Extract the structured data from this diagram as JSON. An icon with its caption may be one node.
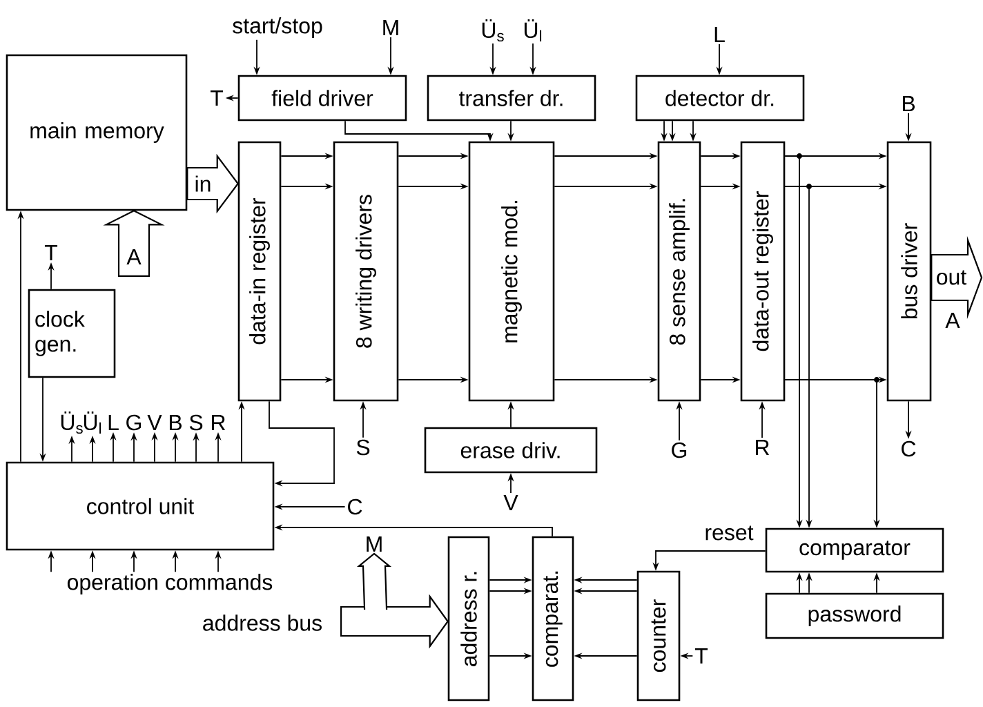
{
  "diagram": {
    "nodes": [
      {
        "text": [
          "main memory"
        ]
      },
      {
        "text": [
          "field driver"
        ]
      },
      {
        "text": [
          "transfer dr."
        ]
      },
      {
        "text": [
          "detector dr."
        ]
      },
      {
        "text": [
          "data-in register"
        ]
      },
      {
        "text": [
          "8 writing drivers"
        ]
      },
      {
        "text": [
          "magnetic mod."
        ]
      },
      {
        "text": [
          "8 sense amplif."
        ]
      },
      {
        "text": [
          "data-out register"
        ]
      },
      {
        "text": [
          "bus driver"
        ],
        "beside": [
          "A"
        ]
      },
      {
        "text": [
          "clock gen."
        ]
      },
      {
        "text": [
          "erase driv."
        ]
      },
      {
        "text": [
          "control unit"
        ]
      },
      {
        "text": [
          "address r."
        ]
      },
      {
        "text": [
          "comparat."
        ]
      },
      {
        "text": [
          "counter"
        ]
      },
      {
        "text": [
          "comparator"
        ]
      },
      {
        "text": [
          "password"
        ]
      },
      {
        "text": [
          "start/stop"
        ]
      },
      {
        "text": [
          "M"
        ]
      },
      {
        "text": [
          "Ü$_{s}$"
        ]
      },
      {
        "text": [
          "Ü$_{l}$"
        ]
      },
      {
        "text": [
          "L"
        ]
      },
      {
        "text": [
          "B"
        ]
      },
      {
        "text": [
          "T"
        ]
      },
      {
        "text": [
          "T"
        ]
      },
      {
        "text": [
          "A"
        ]
      },
      {
        "text": [
          "S"
        ]
      },
      {
        "text": [
          "G"
        ]
      },
      {
        "text": [
          "R"
        ]
      },
      {
        "text": [
          "C"
        ]
      },
      {
        "text": [
          "V"
        ]
      },
      {
        "text": [
          "C"
        ]
      },
      {
        "text": [
          "M"
        ]
      },
      {
        "text": [
          "address bus"
        ]
      },
      {
        "text": [
          "operation commands"
        ]
      },
      {
        "text": [
          "T"
        ]
      },
      {
        "text": [
          "Ü$_{s}$"
        ]
      },
      {
        "text": [
          "Ü$_{l}$"
        ]
      },
      {
        "text": [
          "L"
        ]
      },
      {
        "text": [
          "G"
        ]
      },
      {
        "text": [
          "V"
        ]
      },
      {
        "text": [
          "B"
        ]
      },
      {
        "text": [
          "S"
        ]
      },
      {
        "text": [
          "R"
        ]
      }
    ],
    "edges": [
      {
        "from": 0,
        "to": 4,
        "arrow": "to",
        "label": "in"
      },
      {
        "from": 26,
        "to": 0,
        "arrow": "to"
      },
      {
        "from": 18,
        "to": 1,
        "arrow": "to"
      },
      {
        "from": 19,
        "to": 1,
        "arrow": "to"
      },
      {
        "from": 20,
        "to": 2,
        "arrow": "to"
      },
      {
        "from": 21,
        "to": 2,
        "arrow": "to"
      },
      {
        "from": 22,
        "to": 3,
        "arrow": "to"
      },
      {
        "from": 1,
        "to": 24,
        "arrow": "to"
      },
      {
        "from": 1,
        "to": 6,
        "arrow": "to"
      },
      {
        "from": 2,
        "to": 6,
        "arrow": "to"
      },
      {
        "from": 3,
        "to": 7,
        "arrow": "to"
      },
      {
        "from": 3,
        "to": 7,
        "arrow": "to"
      },
      {
        "from": 3,
        "to": 7,
        "arrow": "to"
      },
      {
        "from": 4,
        "to": 5,
        "arrow": "to"
      },
      {
        "from": 4,
        "to": 5,
        "arrow": "to"
      },
      {
        "from": 4,
        "to": 5,
        "arrow": "to"
      },
      {
        "from": 5,
        "to": 6,
        "arrow": "to"
      },
      {
        "from": 5,
        "to": 6,
        "arrow": "to"
      },
      {
        "from": 5,
        "to": 6,
        "arrow": "to"
      },
      {
        "from": 6,
        "to": 7,
        "arrow": "to"
      },
      {
        "from": 6,
        "to": 7,
        "arrow": "to"
      },
      {
        "from": 6,
        "to": 7,
        "arrow": "to"
      },
      {
        "from": 7,
        "to": 8,
        "arrow": "to"
      },
      {
        "from": 7,
        "to": 8,
        "arrow": "to"
      },
      {
        "from": 7,
        "to": 8,
        "arrow": "to"
      },
      {
        "from": 8,
        "to": 9,
        "arrow": "to"
      },
      {
        "from": 8,
        "to": 9,
        "arrow": "to"
      },
      {
        "from": 8,
        "to": 9,
        "arrow": "to"
      },
      {
        "from": 23,
        "to": 9,
        "arrow": "to"
      },
      {
        "from": 9,
        "to": null,
        "arrow": "to",
        "label": "out"
      },
      {
        "from": 9,
        "to": 30,
        "arrow": "to"
      },
      {
        "from": 27,
        "to": 5,
        "arrow": "to"
      },
      {
        "from": 28,
        "to": 7,
        "arrow": "to"
      },
      {
        "from": 29,
        "to": 8,
        "arrow": "to"
      },
      {
        "from": 11,
        "to": 6,
        "arrow": "to"
      },
      {
        "from": 31,
        "to": 11,
        "arrow": "to"
      },
      {
        "from": 10,
        "to": 25,
        "arrow": "to"
      },
      {
        "from": 12,
        "to": 0,
        "arrow": "to"
      },
      {
        "from": 10,
        "to": 12,
        "arrow": "to"
      },
      {
        "from": 4,
        "to": 12,
        "arrow": "to"
      },
      {
        "from": 12,
        "to": 4,
        "arrow": "to"
      },
      {
        "from": 32,
        "to": 12,
        "arrow": "to"
      },
      {
        "from": 14,
        "to": 12,
        "arrow": "to"
      },
      {
        "from": 12,
        "to": 37,
        "arrow": "to"
      },
      {
        "from": 12,
        "to": 38,
        "arrow": "to"
      },
      {
        "from": 12,
        "to": 39,
        "arrow": "to"
      },
      {
        "from": 12,
        "to": 40,
        "arrow": "to"
      },
      {
        "from": 12,
        "to": 41,
        "arrow": "to"
      },
      {
        "from": 12,
        "to": 42,
        "arrow": "to"
      },
      {
        "from": 12,
        "to": 43,
        "arrow": "to"
      },
      {
        "from": 12,
        "to": 44,
        "arrow": "to"
      },
      {
        "from": 35,
        "to": 12,
        "arrow": "to"
      },
      {
        "from": 35,
        "to": 12,
        "arrow": "to"
      },
      {
        "from": 35,
        "to": 12,
        "arrow": "to"
      },
      {
        "from": 35,
        "to": 12,
        "arrow": "to"
      },
      {
        "from": 35,
        "to": 12,
        "arrow": "to"
      },
      {
        "from": 34,
        "to": 13,
        "arrow": "to"
      },
      {
        "from": 34,
        "to": 33,
        "arrow": "to"
      },
      {
        "from": 13,
        "to": 14,
        "arrow": "to"
      },
      {
        "from": 13,
        "to": 14,
        "arrow": "to"
      },
      {
        "from": 13,
        "to": 14,
        "arrow": "to"
      },
      {
        "from": 15,
        "to": 14,
        "arrow": "to"
      },
      {
        "from": 15,
        "to": 14,
        "arrow": "to"
      },
      {
        "from": 15,
        "to": 14,
        "arrow": "to"
      },
      {
        "from": 36,
        "to": 15,
        "arrow": "to"
      },
      {
        "from": 16,
        "to": 15,
        "arrow": "to",
        "label": "reset"
      },
      {
        "from": 8,
        "to": 16,
        "arrow": "to"
      },
      {
        "from": 8,
        "to": 16,
        "arrow": "to"
      },
      {
        "from": 8,
        "to": 16,
        "arrow": "to"
      },
      {
        "from": 17,
        "to": 16,
        "arrow": "to"
      },
      {
        "from": 17,
        "to": 16,
        "arrow": "to"
      },
      {
        "from": 17,
        "to": 16,
        "arrow": "to"
      }
    ]
  }
}
